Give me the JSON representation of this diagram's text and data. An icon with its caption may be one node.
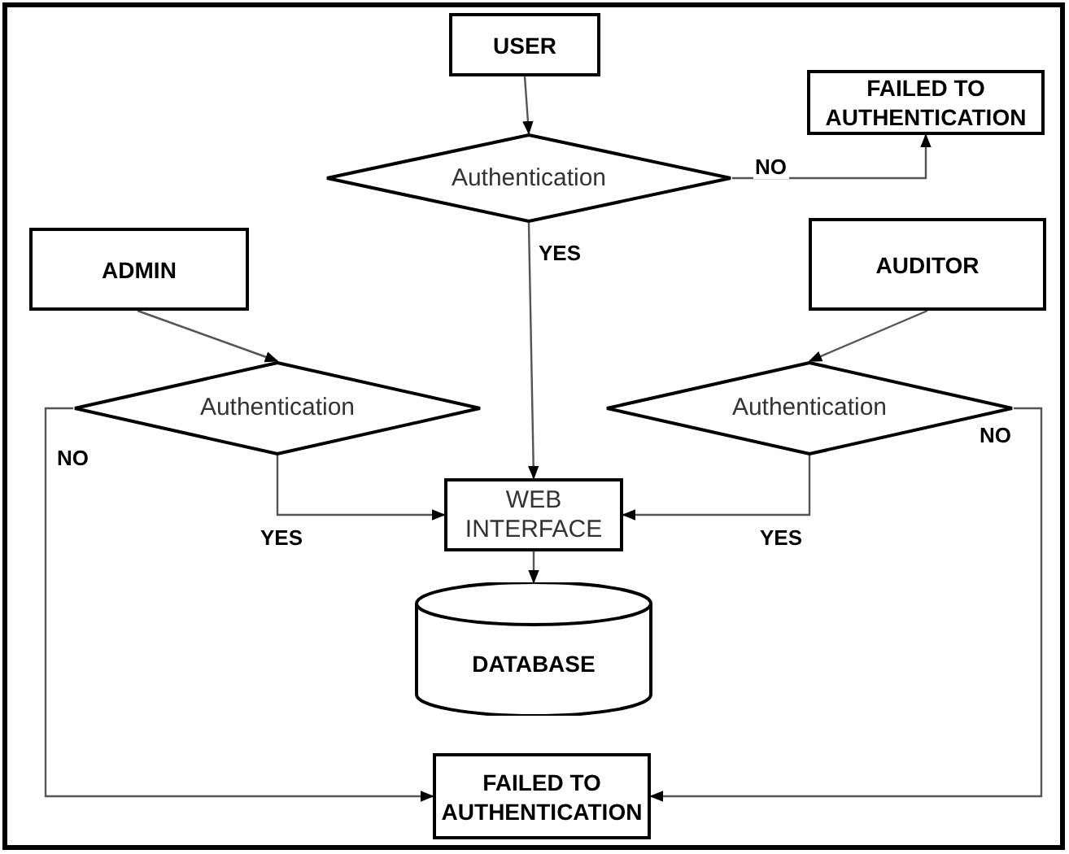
{
  "diagram": {
    "nodes": [
      {
        "text": [
          "USER"
        ]
      },
      {
        "text": [
          "Authentication"
        ]
      },
      {
        "text": [
          "FAILED TO AUTHENTICATION"
        ]
      },
      {
        "text": [
          "ADMIN"
        ]
      },
      {
        "text": [
          "AUDITOR"
        ]
      },
      {
        "text": [
          "Authentication"
        ]
      },
      {
        "text": [
          "Authentication"
        ]
      },
      {
        "text": [
          "WEB INTERFACE"
        ]
      },
      {
        "text": [
          "DATABASE"
        ]
      },
      {
        "text": [
          "FAILED TO AUTHENTICATION"
        ]
      }
    ],
    "edges": [
      {
        "from": 0,
        "to": 1,
        "arrow": "to"
      },
      {
        "from": 1,
        "to": 2,
        "arrow": "to",
        "label": "NO"
      },
      {
        "from": 1,
        "to": 7,
        "arrow": "to",
        "label": "YES"
      },
      {
        "from": 3,
        "to": 5,
        "arrow": "to"
      },
      {
        "from": 4,
        "to": 6,
        "arrow": "to"
      },
      {
        "from": 5,
        "to": 7,
        "arrow": "to",
        "label": "YES"
      },
      {
        "from": 6,
        "to": 7,
        "arrow": "to",
        "label": "YES"
      },
      {
        "from": 5,
        "to": 9,
        "arrow": "to",
        "label": "NO"
      },
      {
        "from": 6,
        "to": 9,
        "arrow": "to",
        "label": "NO"
      },
      {
        "from": 7,
        "to": 8,
        "arrow": "to"
      }
    ]
  }
}
